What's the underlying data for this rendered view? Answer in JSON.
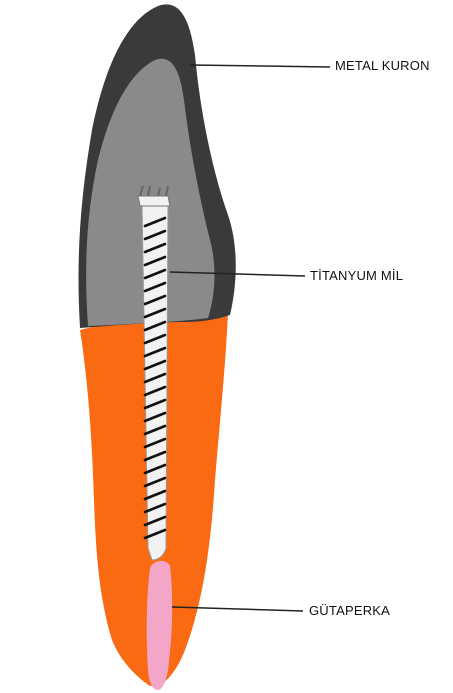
{
  "labels": {
    "metal_crown": "METAL KURON",
    "titanium_post": "TİTANYUM MİL",
    "gutta_percha": "GÜTAPERKA"
  },
  "colors": {
    "crown_outer": "#3a3a3a",
    "crown_inner": "#8a8a8a",
    "root": "#fa6a12",
    "post": "#f2f2f2",
    "thread": "#111111",
    "gutta_percha": "#f3a6c8",
    "leader_line": "#222222"
  }
}
